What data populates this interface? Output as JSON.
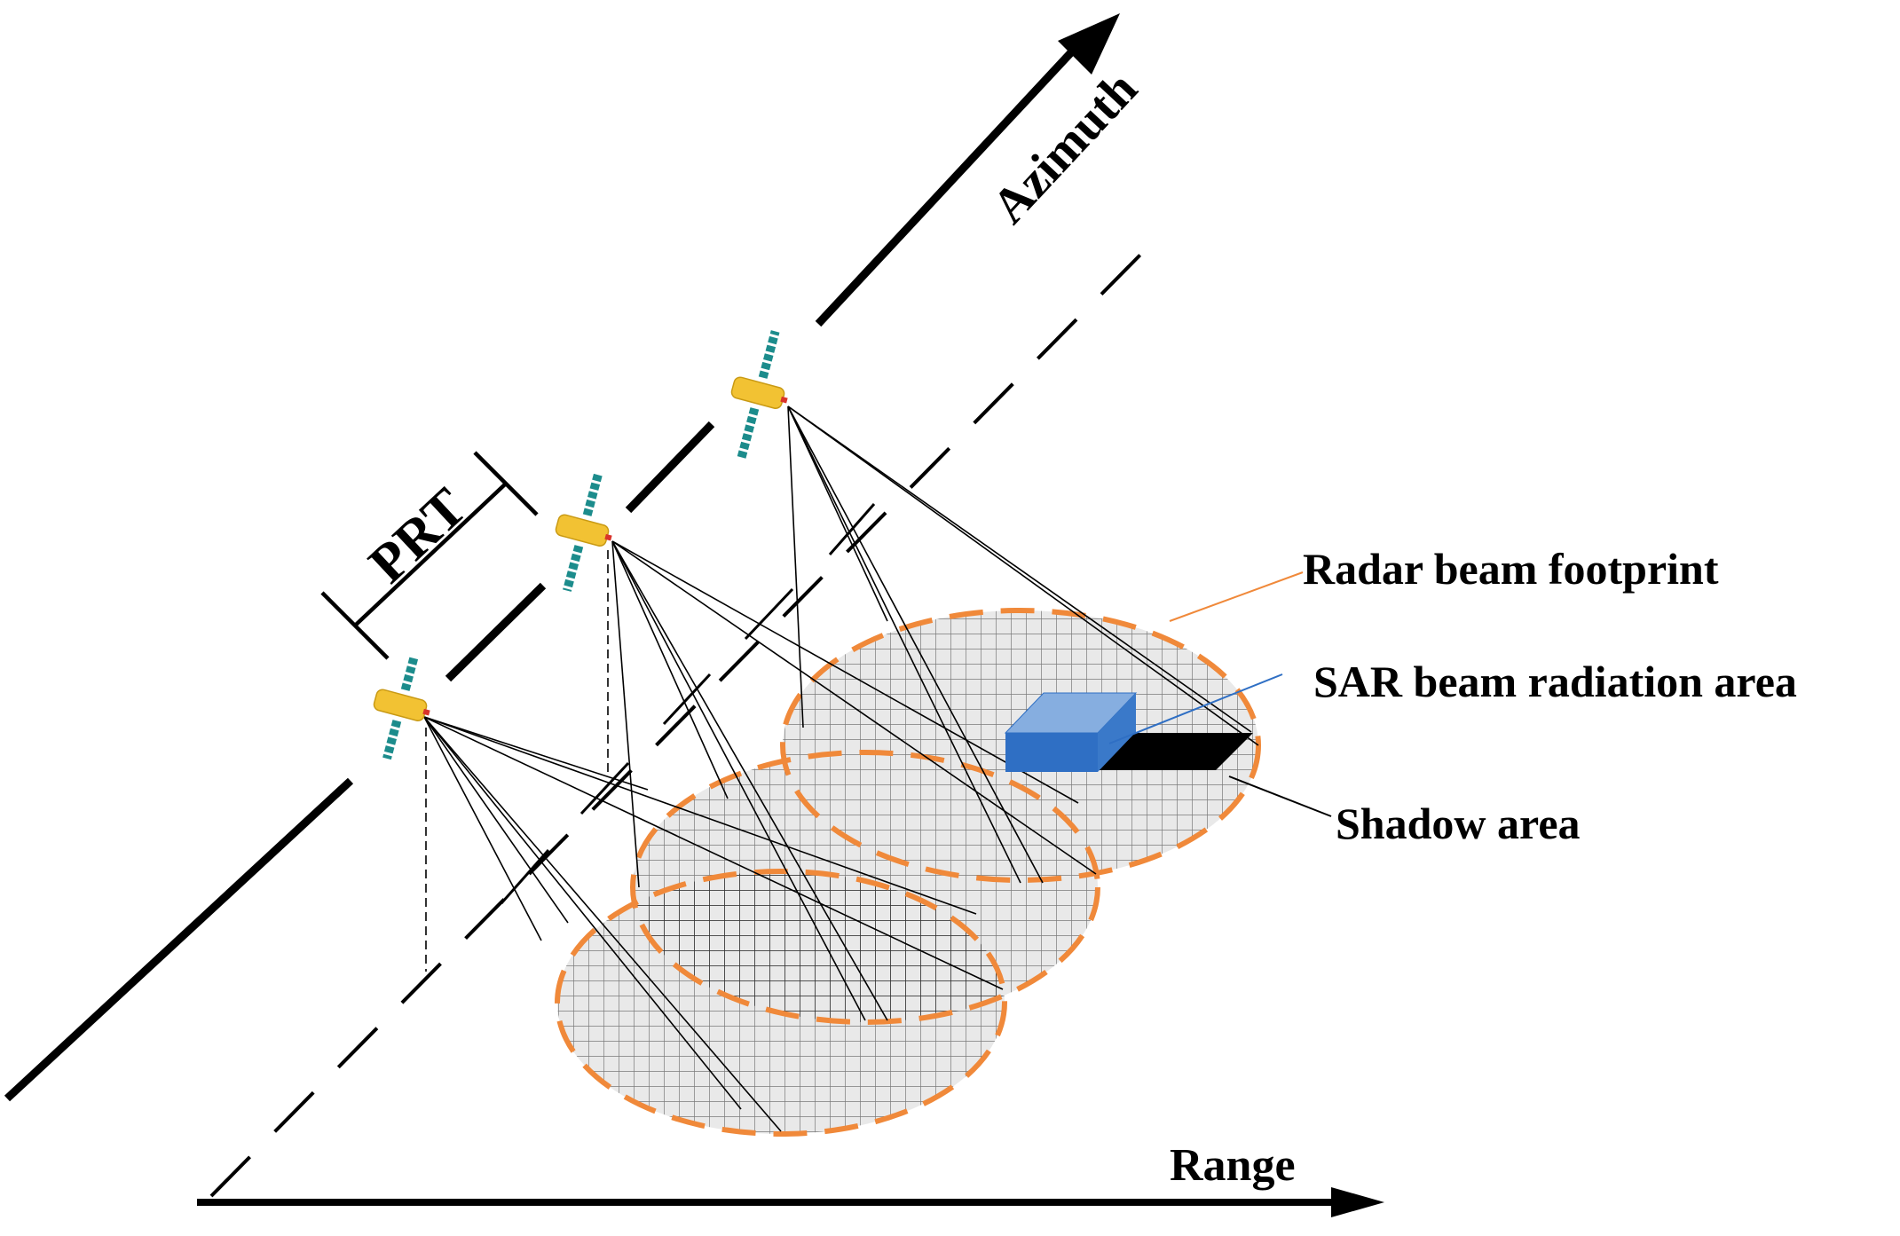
{
  "labels": {
    "azimuth": "Azimuth",
    "range": "Range",
    "prt": "PRT",
    "radar_beam_footprint": "Radar beam footprint",
    "sar_beam_radiation_area": "SAR beam radiation area",
    "shadow_area": "Shadow area"
  },
  "colors": {
    "footprint_outline": "#f0893a",
    "grid": "#7a7a7a",
    "satellite_body": "#f2c233",
    "solar_panel": "#1c8c8c",
    "target_front": "#2f6fc4",
    "target_top": "#86aee0",
    "shadow": "#000000",
    "leader_radar": "#f0893a",
    "leader_sar": "#2f6fc4",
    "leader_shadow": "#000000"
  },
  "icons": {
    "satellite": "satellite-icon",
    "target": "building-block",
    "arrowhead": "arrowhead"
  },
  "satellites": [
    {
      "name": "satellite-1"
    },
    {
      "name": "satellite-2"
    },
    {
      "name": "satellite-3"
    }
  ]
}
